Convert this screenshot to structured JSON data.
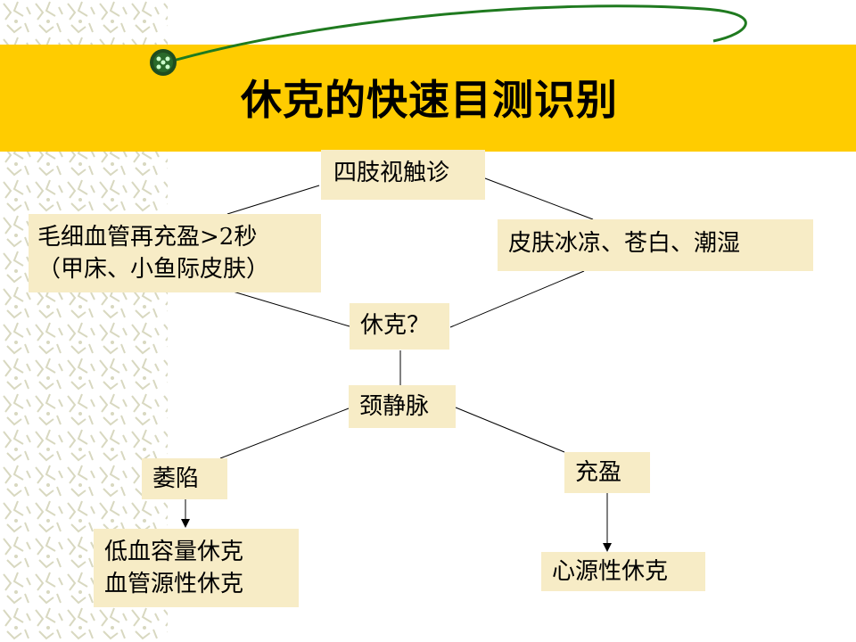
{
  "title": "休克的快速目测识别",
  "colors": {
    "title_band": "#ffcc00",
    "box_fill": "#f7ecc6",
    "swoosh": "#1f7a1f",
    "pattern": "#d8d8c0"
  },
  "nodes": {
    "limb_exam": "四肢视触诊",
    "capillary_line1": "毛细血管再充盈>2秒",
    "capillary_line2": "（甲床、小鱼际皮肤）",
    "skin_signs": "皮肤冰凉、苍白、潮湿",
    "shock_question": "休克？",
    "jugular_vein": "颈静脉",
    "collapsed": "萎陷",
    "distended": "充盈",
    "hypovolemic_line1": "低血容量休克",
    "hypovolemic_line2": "血管源性休克",
    "cardiogenic": "心源性休克"
  }
}
